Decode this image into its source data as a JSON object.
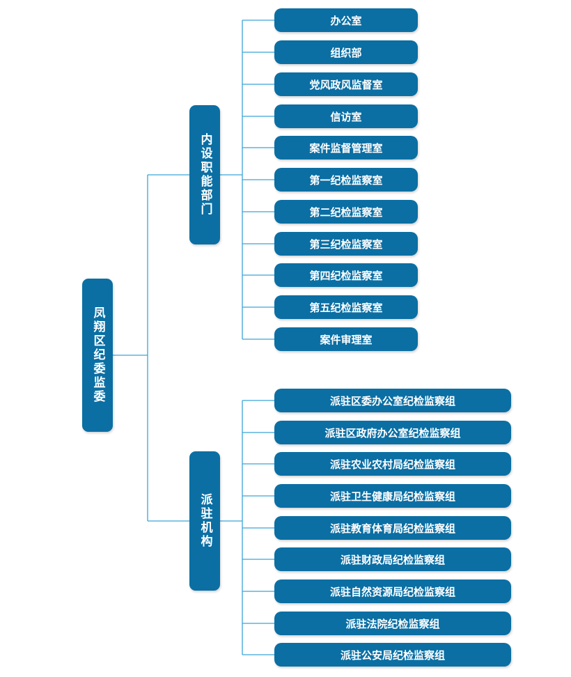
{
  "colors": {
    "node_fill": "#0b6fa4",
    "connector": "#3aa3d8",
    "text": "#ffffff"
  },
  "root": {
    "label": "凤翔区纪委监委"
  },
  "branches": [
    {
      "label": "内设职能部门",
      "children": [
        "办公室",
        "组织部",
        "党风政风监督室",
        "信访室",
        "案件监督管理室",
        "第一纪检监察室",
        "第二纪检监察室",
        "第三纪检监察室",
        "第四纪检监察室",
        "第五纪检监察室",
        "案件审理室"
      ]
    },
    {
      "label": "派驻机构",
      "children": [
        "派驻区委办公室纪检监察组",
        "派驻区政府办公室纪检监察组",
        "派驻农业农村局纪检监察组",
        "派驻卫生健康局纪检监察组",
        "派驻教育体育局纪检监察组",
        "派驻财政局纪检监察组",
        "派驻自然资源局纪检监察组",
        "派驻法院纪检监察组",
        "派驻公安局纪检监察组"
      ]
    }
  ]
}
